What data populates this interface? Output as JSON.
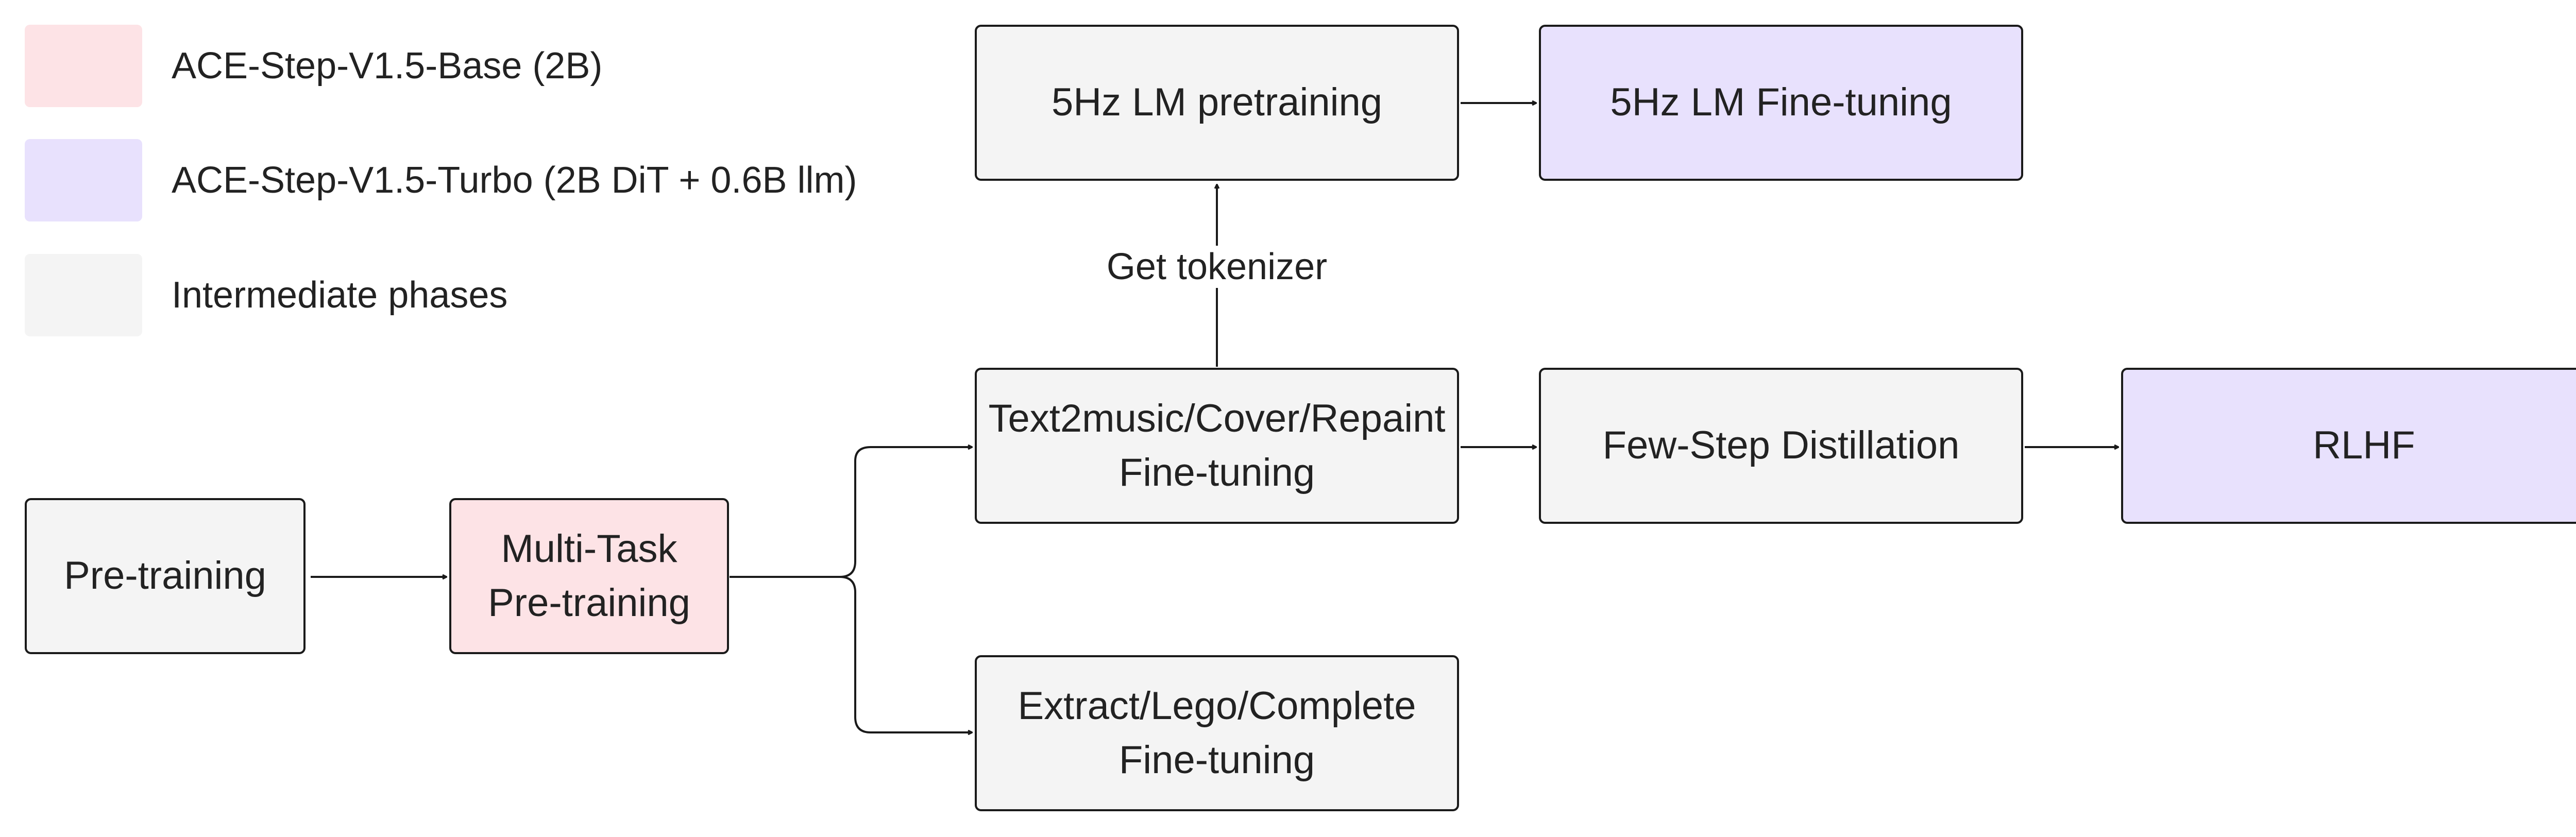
{
  "colors": {
    "base": "#fde3e6",
    "turbo": "#e8e1fd",
    "intermediate": "#f4f4f4",
    "stroke": "#1a1a1a"
  },
  "legend": [
    {
      "label": "ACE-Step-V1.5-Base (2B)",
      "color": "#fde3e6"
    },
    {
      "label": "ACE-Step-V1.5-Turbo (2B DiT + 0.6B llm)",
      "color": "#e8e1fd"
    },
    {
      "label": "Intermediate phases",
      "color": "#f4f4f4"
    }
  ],
  "nodes": {
    "pretraining": {
      "lines": [
        "Pre-training"
      ]
    },
    "multitask": {
      "lines": [
        "Multi-Task",
        "Pre-training"
      ]
    },
    "text2music": {
      "lines": [
        "Text2music/Cover/Repaint",
        "Fine-tuning"
      ]
    },
    "extract": {
      "lines": [
        "Extract/Lego/Complete",
        "Fine-tuning"
      ]
    },
    "lm_pretraining": {
      "lines": [
        "5Hz LM pretraining"
      ]
    },
    "lm_finetuning": {
      "lines": [
        "5Hz LM Fine-tuning"
      ]
    },
    "distillation": {
      "lines": [
        "Few-Step Distillation"
      ]
    },
    "rlhf": {
      "lines": [
        "RLHF"
      ]
    }
  },
  "edges": {
    "get_tokenizer": "Get tokenizer"
  }
}
